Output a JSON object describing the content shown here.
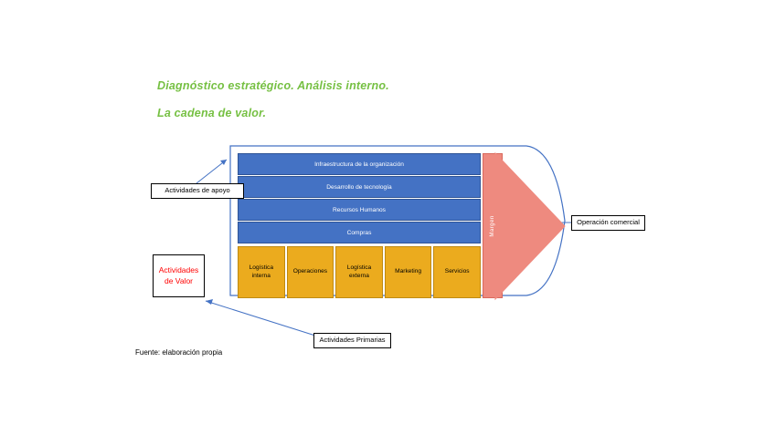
{
  "title": {
    "line1": "Diagnóstico estratégico. Análisis interno.",
    "line2": "La cadena de valor.",
    "color": "#76c043"
  },
  "diagram": {
    "support_activities": [
      {
        "label": "Infraestructura de la organización"
      },
      {
        "label": "Desarrollo de tecnología"
      },
      {
        "label": "Recursos Humanos"
      },
      {
        "label": "Compras"
      }
    ],
    "primary_activities": [
      {
        "label": "Logística interna"
      },
      {
        "label": "Operaciones"
      },
      {
        "label": "Logística externa"
      },
      {
        "label": "Marketing"
      },
      {
        "label": "Servicios"
      }
    ],
    "margin": {
      "label": "Margen"
    },
    "colors": {
      "support_fill": "#4472c4",
      "primary_fill": "#ebab1e",
      "margin_fill": "#ee8a7f",
      "outline": "#4472c4"
    }
  },
  "callouts": {
    "support": "Actividades de apoyo",
    "value": "Actividades de Valor",
    "operation": "Operación comercial",
    "primary": "Actividades Primarias"
  },
  "source": "Fuente: elaboración propia"
}
